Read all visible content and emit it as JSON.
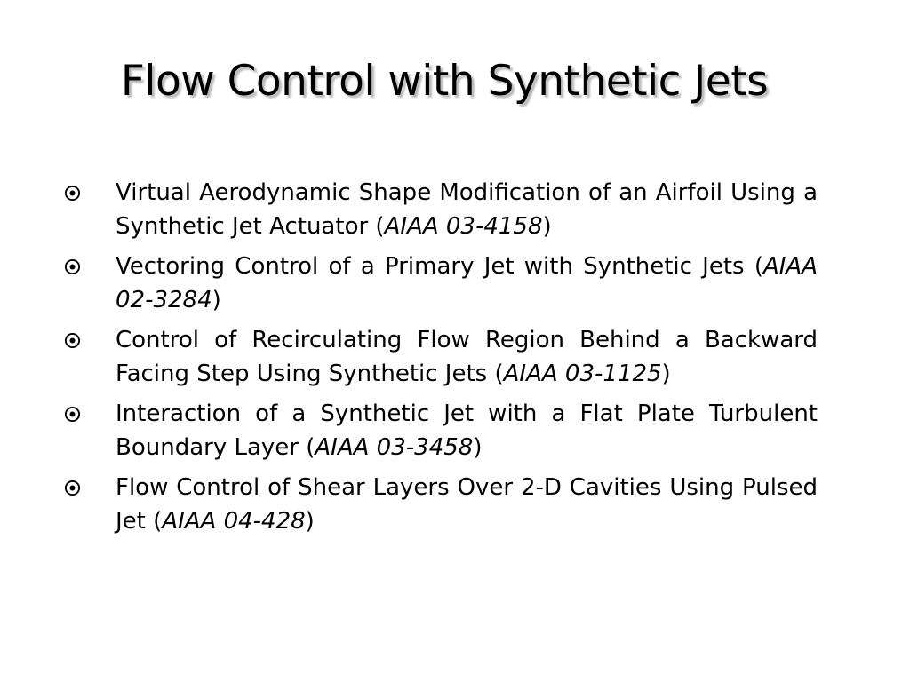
{
  "slide": {
    "title": "Flow Control with Synthetic Jets",
    "bullet_icon": "circled-dot-bullet-icon",
    "items": [
      {
        "text": "Virtual Aerodynamic Shape Modification of an Airfoil Using a Synthetic Jet Actuator (",
        "ref": "AIAA 03-4158",
        "close": ")"
      },
      {
        "text": "Vectoring Control of a Primary Jet with Synthetic Jets (",
        "ref": "AIAA 02-3284",
        "close": ")"
      },
      {
        "text": "Control of Recirculating Flow Region Behind a Backward Facing Step Using Synthetic Jets (",
        "ref": "AIAA 03-1125",
        "close": ")"
      },
      {
        "text": "Interaction of a Synthetic Jet with a Flat Plate Turbulent Boundary Layer (",
        "ref": "AIAA 03-3458",
        "close": ")"
      },
      {
        "text": "Flow Control of Shear Layers Over 2-D Cavities Using Pulsed Jet (",
        "ref": "AIAA 04-428",
        "close": ")"
      }
    ]
  }
}
